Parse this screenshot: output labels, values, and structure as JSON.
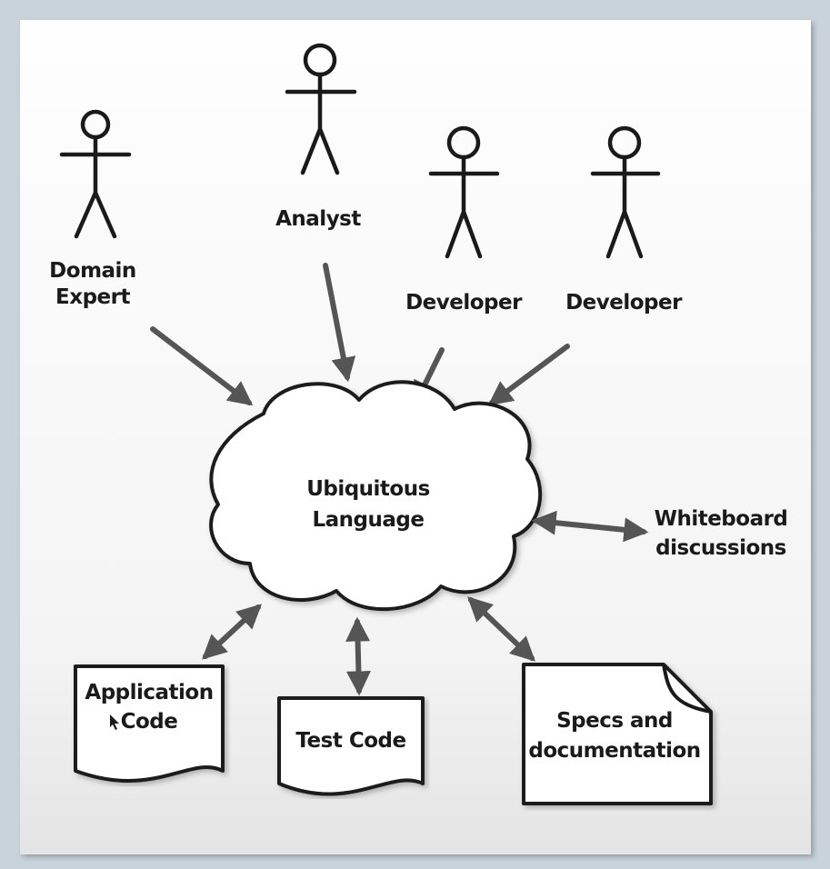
{
  "actors": [
    {
      "label_lines": [
        "Domain",
        "Expert"
      ]
    },
    {
      "label_lines": [
        "Analyst"
      ]
    },
    {
      "label_lines": [
        "Developer"
      ]
    },
    {
      "label_lines": [
        "Developer"
      ]
    }
  ],
  "center": {
    "label_lines": [
      "Ubiquitous",
      "Language"
    ]
  },
  "whiteboard": {
    "label_lines": [
      "Whiteboard",
      "discussions"
    ]
  },
  "artifacts": [
    {
      "label_lines": [
        "Application",
        "Code"
      ]
    },
    {
      "label_lines": [
        "Test Code"
      ]
    },
    {
      "label_lines": [
        "Specs and",
        "documentation"
      ]
    }
  ]
}
